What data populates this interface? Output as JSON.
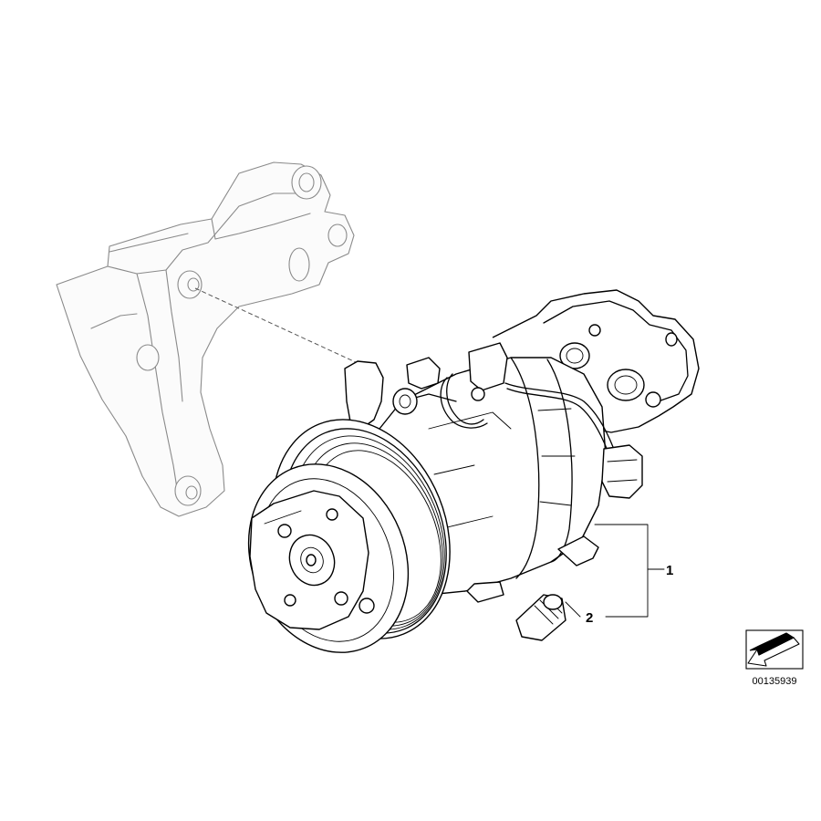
{
  "diagram": {
    "callouts": [
      {
        "label": "1"
      },
      {
        "label": "2"
      }
    ],
    "reference_number": "00135939",
    "icons": {
      "bracket": "mounting-bracket-icon",
      "compressor": "ac-compressor-icon",
      "valve": "relief-valve-icon",
      "direction": "direction-arrow-icon"
    }
  }
}
